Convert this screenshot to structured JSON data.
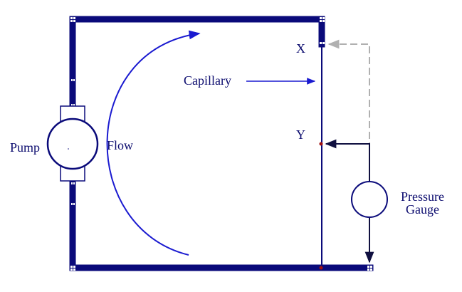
{
  "diagram": {
    "labels": {
      "pump": "Pump",
      "flow": "Flow",
      "capillary": "Capillary",
      "point_x": "X",
      "point_y": "Y",
      "gauge_line1": "Pressure",
      "gauge_line2": "Gauge"
    },
    "colors": {
      "pipe": "#0a0a7a",
      "arrow": "#1a1ad0",
      "text": "#0b0b6e",
      "dashed_line": "#b0b0b0",
      "gauge_line": "#101040",
      "junction_dot": "#a01010"
    }
  }
}
